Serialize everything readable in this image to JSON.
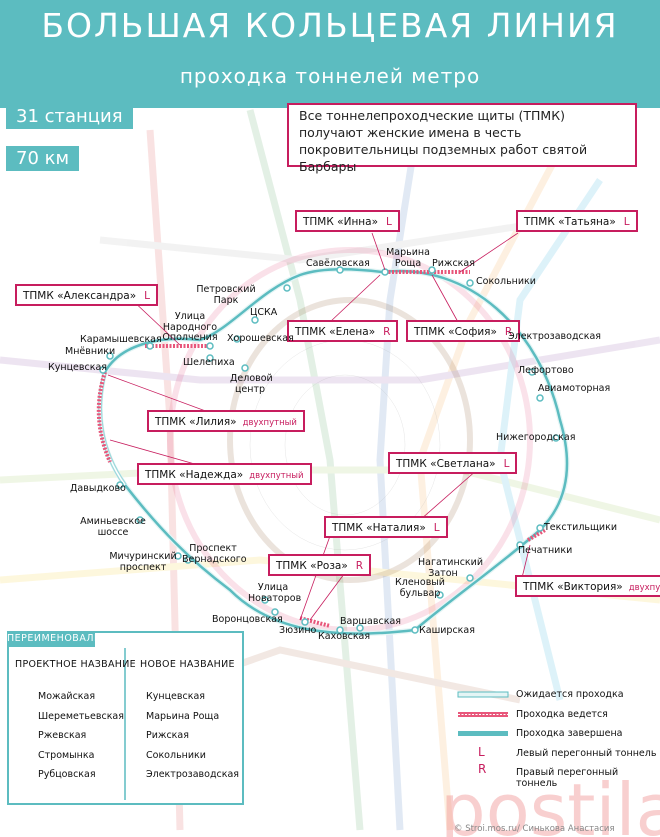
{
  "header": {
    "title": "БОЛЬШАЯ КОЛЬЦЕВАЯ ЛИНИЯ",
    "subtitle": "проходка тоннелей метро"
  },
  "stats": {
    "stations": "31 станция",
    "length": "70 км"
  },
  "note": "Все тоннелепроходческие щиты (ТПМК) получают женские имена в честь покровительницы подземных работ святой Барбары",
  "shields": [
    {
      "name": "ТПМК «Инна»",
      "dir": "L",
      "twin": ""
    },
    {
      "name": "ТПМК «Татьяна»",
      "dir": "L",
      "twin": ""
    },
    {
      "name": "ТПМК «Александра»",
      "dir": "L",
      "twin": ""
    },
    {
      "name": "ТПМК «Елена»",
      "dir": "R",
      "twin": ""
    },
    {
      "name": "ТПМК «София»",
      "dir": "R",
      "twin": ""
    },
    {
      "name": "ТПМК «Лилия»",
      "dir": "",
      "twin": "двухпутный"
    },
    {
      "name": "ТПМК «Надежда»",
      "dir": "",
      "twin": "двухпутный"
    },
    {
      "name": "ТПМК «Светлана»",
      "dir": "L",
      "twin": ""
    },
    {
      "name": "ТПМК «Наталия»",
      "dir": "L",
      "twin": ""
    },
    {
      "name": "ТПМК «Роза»",
      "dir": "R",
      "twin": ""
    },
    {
      "name": "ТПМК «Виктория»",
      "dir": "",
      "twin": "двухпутный"
    }
  ],
  "stations": [
    "Савёловская",
    "Марьина Роща",
    "Рижская",
    "Сокольники",
    "Петровский Парк",
    "ЦСКА",
    "Хорошевская",
    "Улица Народного Ополчения",
    "Карамышевская",
    "Мнёвники",
    "Кунцевская",
    "Шелепиха",
    "Деловой центр",
    "Электрозаводская",
    "Лефортово",
    "Авиамоторная",
    "Нижегородская",
    "Давыдково",
    "Аминьевское шоссе",
    "Мичуринский проспект",
    "Проспект Вернадского",
    "Текстильщики",
    "Печатники",
    "Нагатинский Затон",
    "Кленовый бульвар",
    "Улица Новаторов",
    "Воронцовская",
    "Зюзино",
    "Каховская",
    "Варшавская",
    "Каширская"
  ],
  "renamings": {
    "heading": "ПЕРЕИМЕНОВАЛИ",
    "col_old": "ПРОЕКТНОЕ НАЗВАНИЕ",
    "col_new": "НОВОЕ НАЗВАНИЕ",
    "rows": [
      {
        "old": "Можайская",
        "new": "Кунцевская"
      },
      {
        "old": "Шереметьевская",
        "new": "Марьина Роща"
      },
      {
        "old": "Ржевская",
        "new": "Рижская"
      },
      {
        "old": "Стромынка",
        "new": "Сокольники"
      },
      {
        "old": "Рубцовская",
        "new": "Электрозаводская"
      }
    ]
  },
  "legend": [
    {
      "symbol": "pending",
      "label": "Ожидается проходка"
    },
    {
      "symbol": "ongoing",
      "label": "Проходка ведется"
    },
    {
      "symbol": "done",
      "label": "Проходка завершена"
    },
    {
      "symbol": "L",
      "label": "Левый перегонный тоннель"
    },
    {
      "symbol": "R",
      "label": "Правый перегонный тоннель"
    }
  ],
  "watermark": "postila.ru",
  "credit": "© Stroi.mos.ru/ Синькова Анастасия",
  "colors": {
    "teal": "#5cbcc0",
    "accent": "#c71d5e",
    "pending_fill": "#e4f5f5"
  }
}
